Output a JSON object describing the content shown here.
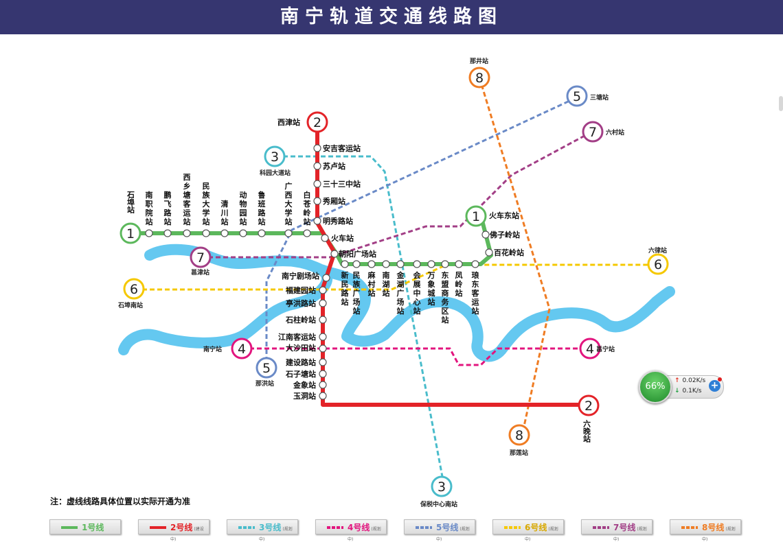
{
  "header": {
    "title": "南宁轨道交通线路图"
  },
  "note": "注：虚线线路具体位置以实际开通为准",
  "colors": {
    "header": "#363670",
    "river": "#64c8f0",
    "line1": "#5cb85c",
    "line2": "#e32328",
    "line3": "#49bccb",
    "line4": "#e2157e",
    "line5": "#6a8ac7",
    "line6": "#f5c800",
    "line7": "#a23e86",
    "line8": "#ef7c23"
  },
  "terminals": [
    {
      "num": "1",
      "label": "石埠站",
      "color": "#5cb85c"
    },
    {
      "num": "1",
      "label": "火车东站",
      "color": "#5cb85c"
    },
    {
      "num": "2",
      "label": "西津站",
      "color": "#e32328"
    },
    {
      "num": "2",
      "label": "六晚站",
      "color": "#e32328"
    },
    {
      "num": "3",
      "label": "科园大道站",
      "color": "#49bccb"
    },
    {
      "num": "3",
      "label": "保税中心南站",
      "color": "#49bccb"
    },
    {
      "num": "4",
      "label": "南宁站",
      "color": "#e2157e"
    },
    {
      "num": "4",
      "label": "邕宁站",
      "color": "#e2157e"
    },
    {
      "num": "5",
      "label": "那洪站",
      "color": "#6a8ac7"
    },
    {
      "num": "5",
      "label": "三塘站",
      "color": "#6a8ac7"
    },
    {
      "num": "6",
      "label": "石埠南站",
      "color": "#f5c800"
    },
    {
      "num": "6",
      "label": "六律站",
      "color": "#f5c800"
    },
    {
      "num": "7",
      "label": "邕津站",
      "color": "#a23e86"
    },
    {
      "num": "7",
      "label": "六村站",
      "color": "#a23e86"
    },
    {
      "num": "8",
      "label": "那井站",
      "color": "#ef7c23"
    },
    {
      "num": "8",
      "label": "那莲站",
      "color": "#ef7c23"
    }
  ],
  "stations_line1_west": [
    "南职院站",
    "鹏飞路站",
    "西乡塘客运站",
    "民族大学站",
    "清川站",
    "动物园站",
    "鲁班路站",
    "广西大学站",
    "白苍岭站"
  ],
  "stations_line1_east": [
    "新民路站",
    "民族广场站",
    "麻村站",
    "南湖站",
    "金湖广场站",
    "会展中心站",
    "万象城站",
    "东盟商务区站",
    "凤岭站",
    "琅东客运站"
  ],
  "stations_line1_north": [
    "佛子岭站",
    "百花岭站"
  ],
  "stations_line2_north": [
    "安吉客运站",
    "苏卢站",
    "三十三中站",
    "秀厢站",
    "明秀路站",
    "火车站",
    "朝阳广场站"
  ],
  "stations_line2_south": [
    "南宁剧场站",
    "福建园站",
    "亭洪路站",
    "石柱岭站",
    "江南客运站",
    "大沙田站",
    "建设路站",
    "石子塘站",
    "金象站",
    "玉洞站"
  ],
  "legend": [
    {
      "label": "1号线",
      "note": "",
      "color": "#5cb85c",
      "dashed": false
    },
    {
      "label": "2号线",
      "note": "(建设中)",
      "color": "#e32328",
      "dashed": false
    },
    {
      "label": "3号线",
      "note": "(规划中)",
      "color": "#49bccb",
      "dashed": true
    },
    {
      "label": "4号线",
      "note": "(规划中)",
      "color": "#e2157e",
      "dashed": true
    },
    {
      "label": "5号线",
      "note": "(规划中)",
      "color": "#6a8ac7",
      "dashed": true
    },
    {
      "label": "6号线",
      "note": "(规划中)",
      "color": "#f5c800",
      "dashed": true
    },
    {
      "label": "7号线",
      "note": "(规划中)",
      "color": "#a23e86",
      "dashed": true
    },
    {
      "label": "8号线",
      "note": "(规划中)",
      "color": "#ef7c23",
      "dashed": true
    }
  ],
  "net_widget": {
    "percent": "66%",
    "upload": "0.02K/s",
    "download": "0.1K/s",
    "up_icon": "arrow-up-icon",
    "down_icon": "arrow-down-icon",
    "plus_icon": "plus-icon"
  }
}
